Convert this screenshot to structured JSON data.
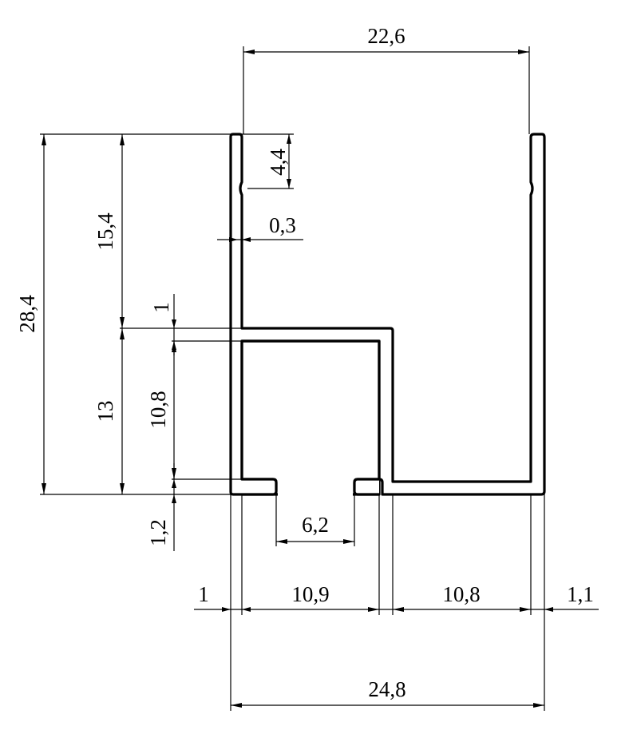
{
  "drawing": {
    "colors": {
      "line": "#000000",
      "background": "#ffffff"
    },
    "dimensions": {
      "top_width": "22,6",
      "notch_depth": "4,4",
      "notch_offset": "0,3",
      "upper_height": "15,4",
      "total_height": "28,4",
      "web_thickness": "1",
      "lower_height": "13",
      "inner_height": "10,8",
      "bottom_thickness": "1,2",
      "slot_width": "6,2",
      "left_wall": "1",
      "left_chamber": "10,9",
      "right_chamber": "10,8",
      "right_wall": "1,1",
      "total_width": "24,8"
    }
  }
}
